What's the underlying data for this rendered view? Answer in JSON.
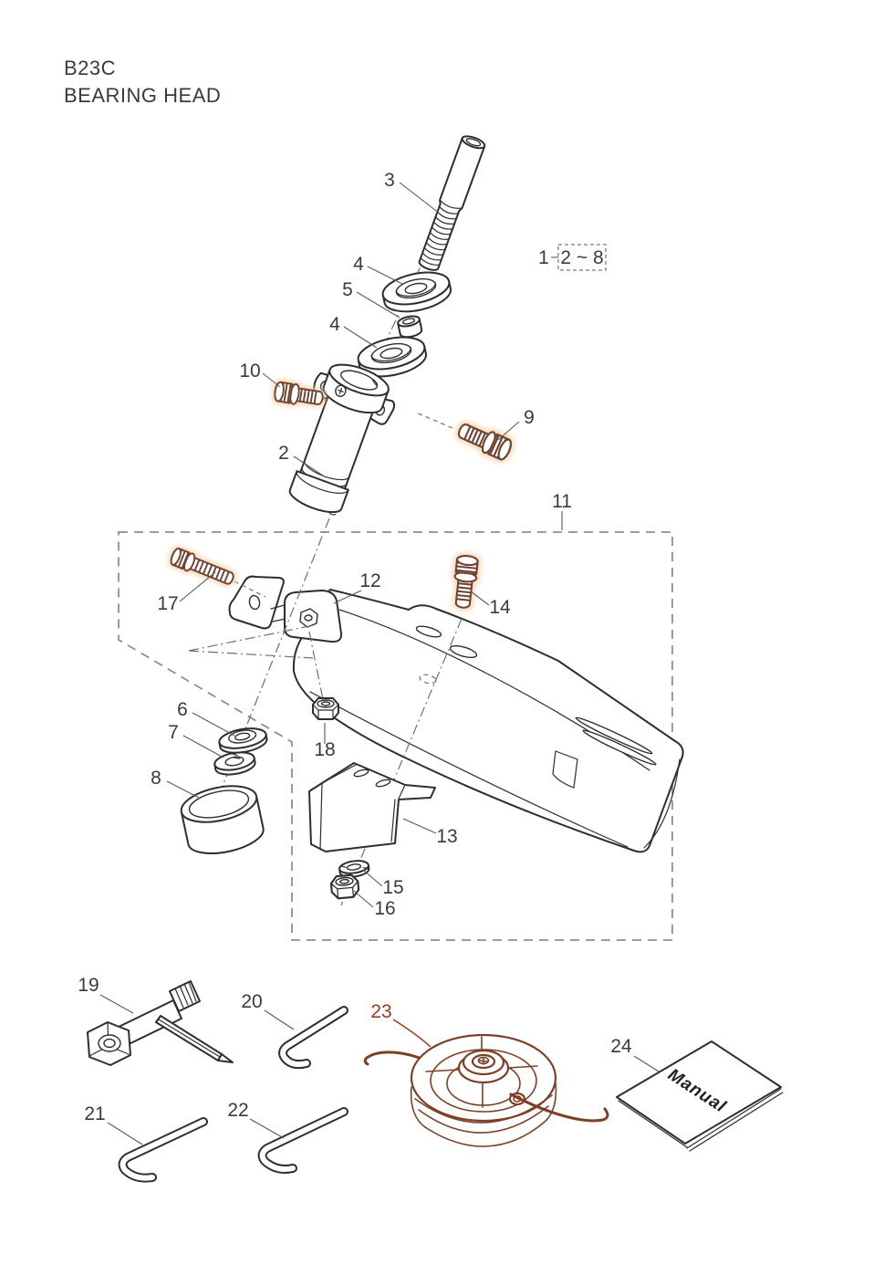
{
  "page": {
    "model_code": "B23C",
    "title": "BEARING HEAD"
  },
  "assembly_note": {
    "item_number": "1",
    "range_label": "2 ~ 8"
  },
  "labels": {
    "l2": "2",
    "l3": "3",
    "l4a": "4",
    "l4b": "4",
    "l5": "5",
    "l6": "6",
    "l7": "7",
    "l8": "8",
    "l9": "9",
    "l10": "10",
    "l11": "11",
    "l12": "12",
    "l13": "13",
    "l14": "14",
    "l15": "15",
    "l16": "16",
    "l17": "17",
    "l18": "18",
    "l19": "19",
    "l20": "20",
    "l21": "21",
    "l22": "22",
    "l23": "23",
    "l24": "24"
  },
  "manual": {
    "cover_text": "Manual"
  },
  "colors": {
    "line": "#2e2e2e",
    "text": "#3a3a3a",
    "dash": "#8f8f8f",
    "centerline": "#6f6f6f",
    "highlight-stroke": "#6e4330",
    "highlight-glow": "#f6cfa7",
    "accent-label": "#9c3a1f",
    "spool-stroke": "#7d4026"
  }
}
